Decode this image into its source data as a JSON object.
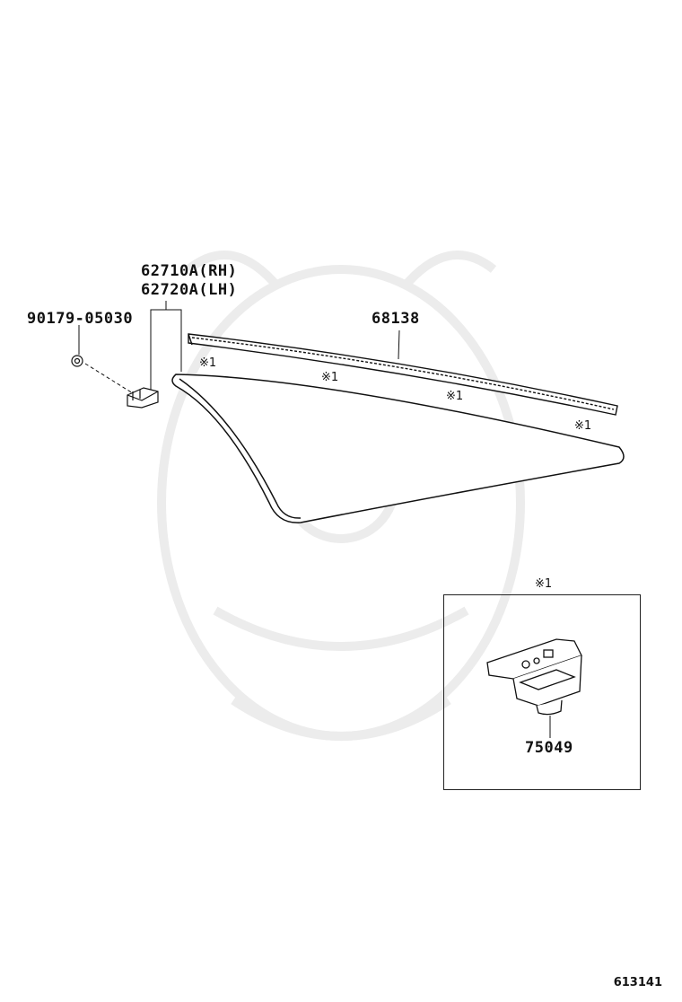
{
  "parts": {
    "bracket_rh": "62710A(RH)",
    "bracket_lh": "62720A(LH)",
    "screw": "90179-05030",
    "moulding": "68138",
    "clip": "75049"
  },
  "notes": {
    "mark": "※1"
  },
  "diagram_id": "613141"
}
